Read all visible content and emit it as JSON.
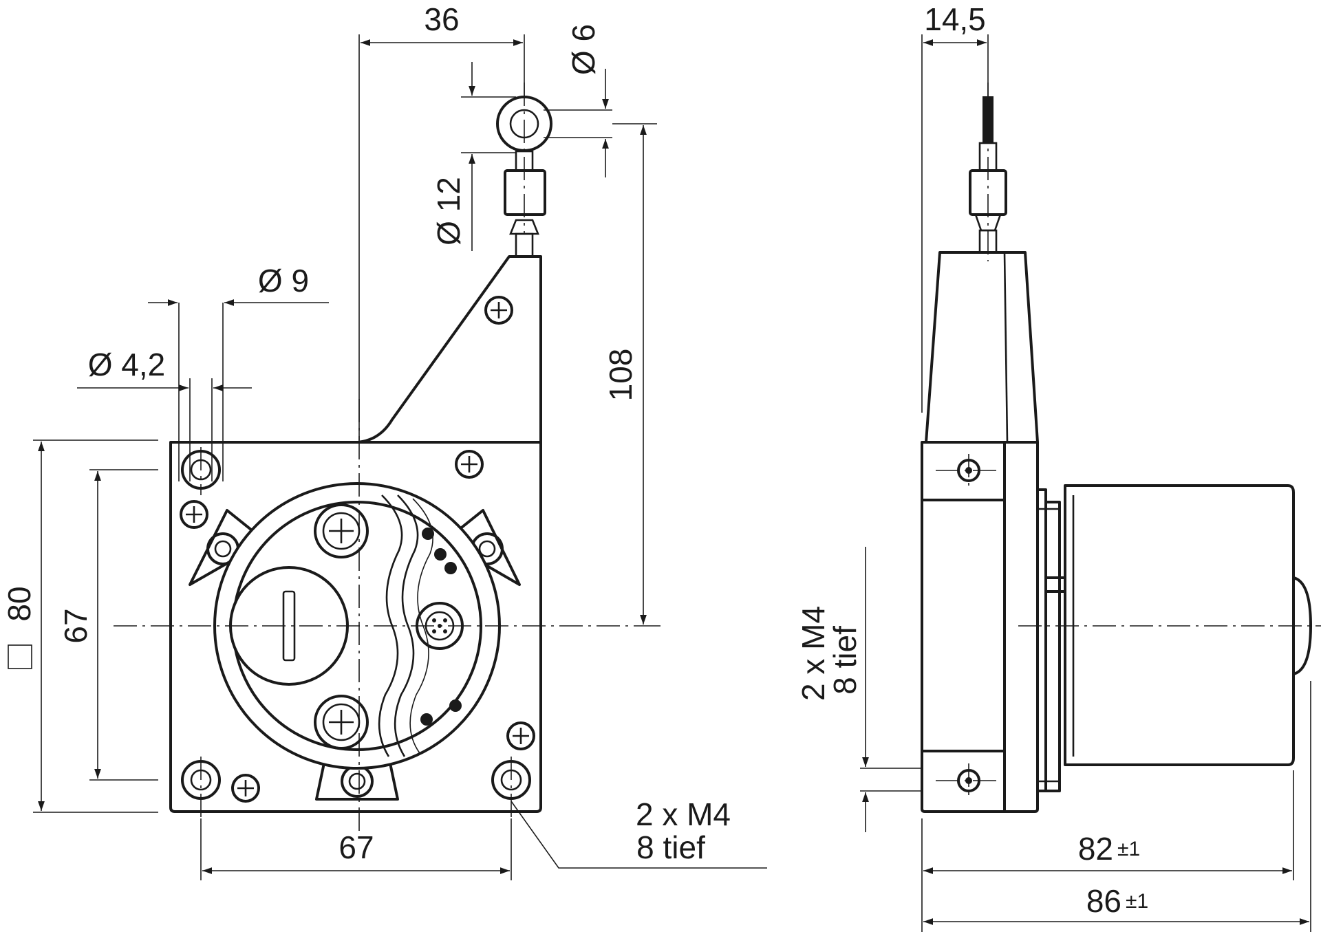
{
  "front_view": {
    "dim_cable_offset": "36",
    "dim_eyelet_hole": "Ø 6",
    "dim_eyelet_outer": "Ø 12",
    "dim_counterbore": "Ø 9",
    "dim_bore": "Ø 4,2",
    "dim_cable_height": "108",
    "dim_square": "80",
    "dim_hole_pitch_vertical": "67",
    "dim_hole_pitch_horizontal": "67",
    "note_thread_line1": "2 x M4",
    "note_thread_line2": "8 tief"
  },
  "side_view": {
    "dim_cable_offset": "14,5",
    "note_thread_line1": "2 x M4",
    "note_thread_line2": "8 tief",
    "dim_body_value": "82",
    "dim_body_tolerance": "±1",
    "dim_total_value": "86",
    "dim_total_tolerance": "±1"
  }
}
